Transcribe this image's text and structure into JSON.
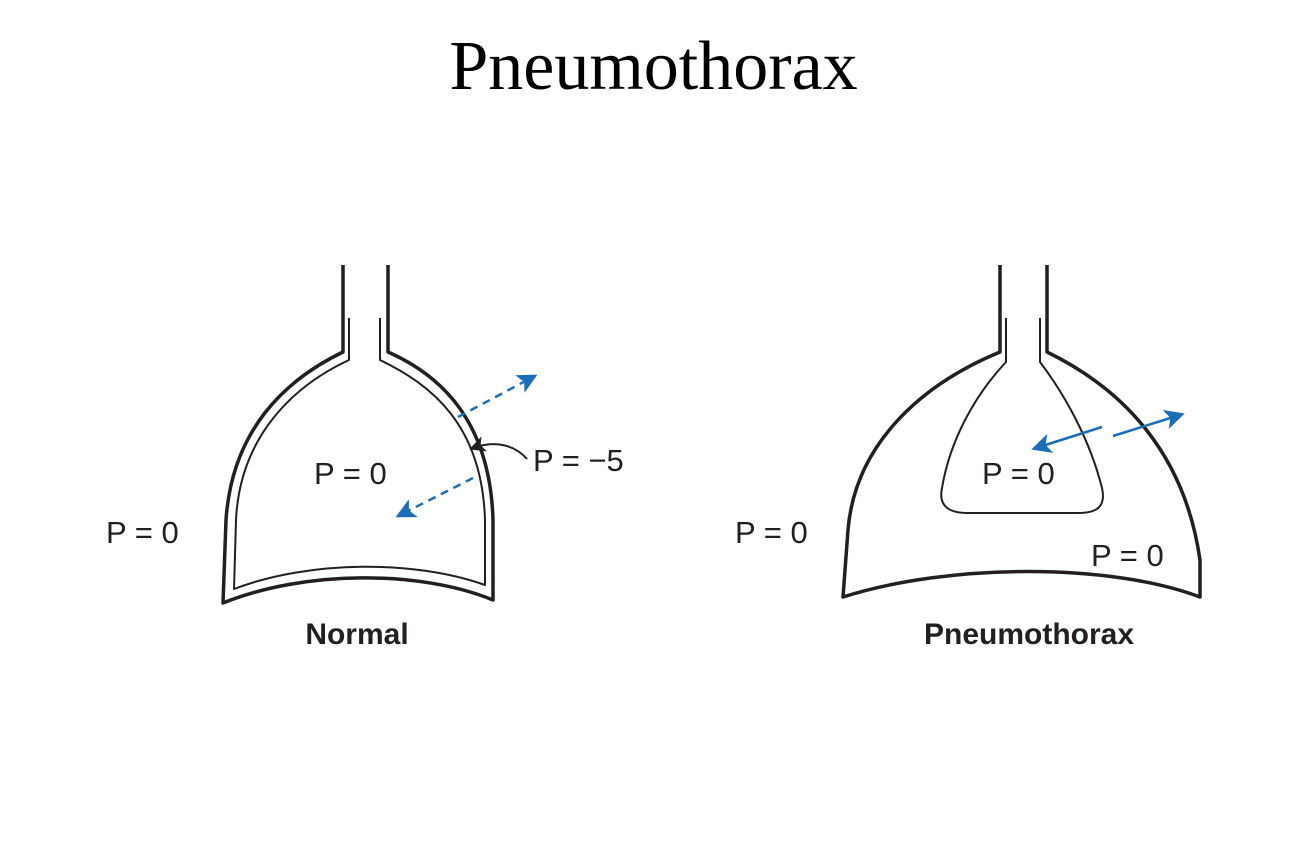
{
  "title": "Pneumothorax",
  "colors": {
    "line": "#231f20",
    "arrow": "#1b6db5"
  },
  "normal": {
    "caption": "Normal",
    "outside_pressure": "P = 0",
    "alveolar_pressure": "P = 0",
    "intrapleural_pressure": "P = −5"
  },
  "pneumothorax": {
    "caption": "Pneumothorax",
    "outside_pressure": "P = 0",
    "lung_pressure": "P = 0",
    "pleural_space_pressure": "P = 0"
  }
}
